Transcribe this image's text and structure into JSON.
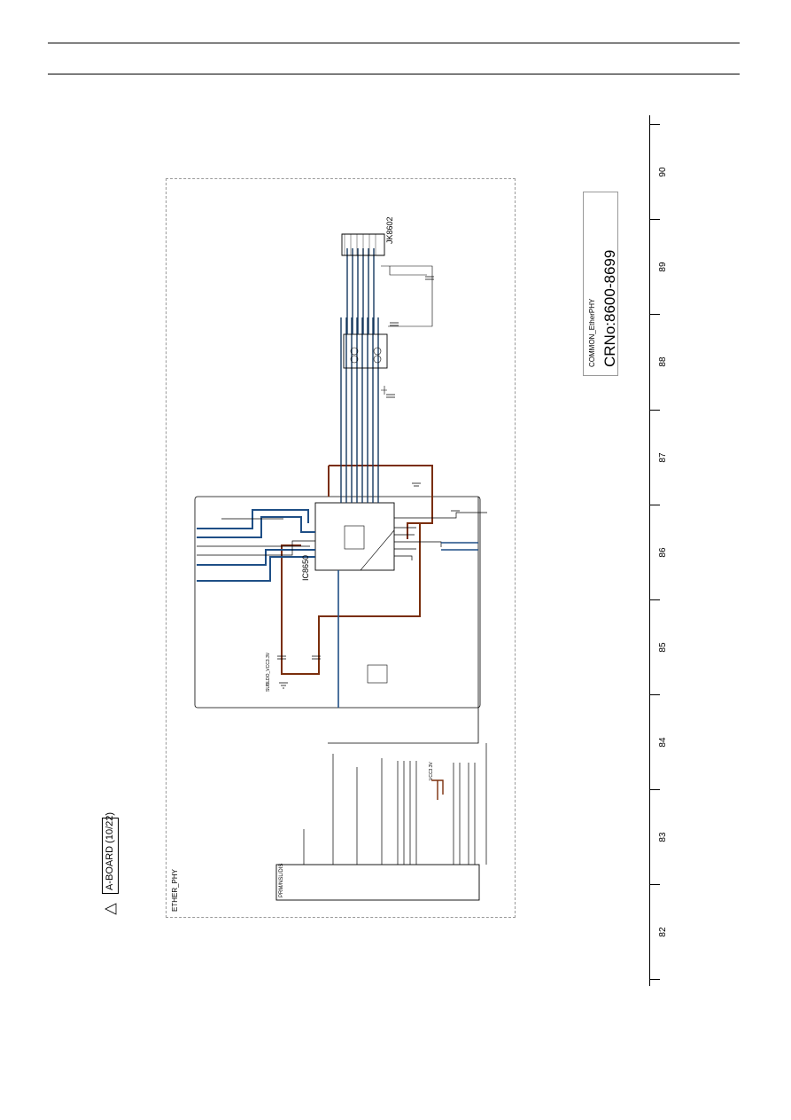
{
  "board_label": "A-BOARD (10/22)",
  "sheet_label": "ETHER_PHY",
  "title": {
    "block_name": "COMMON_EtherPHY",
    "crno": "CRNo:8600-8699"
  },
  "ruler": {
    "labels": [
      "90",
      "89",
      "88",
      "87",
      "86",
      "85",
      "84",
      "83",
      "82"
    ]
  },
  "components": {
    "ic_main": "IC8650",
    "connector": "JK8602",
    "interface_block": "PRM/NSL/DIS"
  },
  "net_labels": {
    "vcc": "VCC3.3V",
    "ground_note": "SUBLDO_VCC3.3V"
  },
  "colors": {
    "line": "#000000",
    "bus_blue": "#1f4f86",
    "bus_brown": "#7a2e0c",
    "box_grey": "#9a9a9a"
  }
}
